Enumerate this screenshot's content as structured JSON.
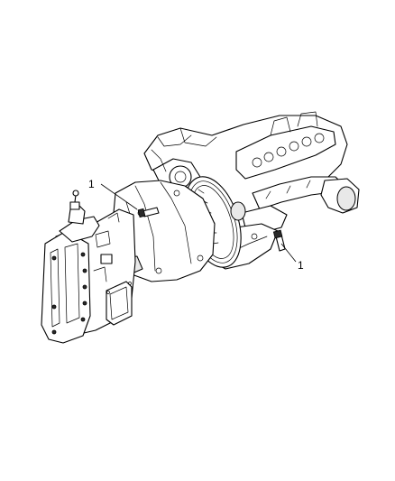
{
  "callouts": [
    {
      "id": "callout-1-upper",
      "label": "1"
    },
    {
      "id": "callout-1-lower",
      "label": "1"
    }
  ]
}
